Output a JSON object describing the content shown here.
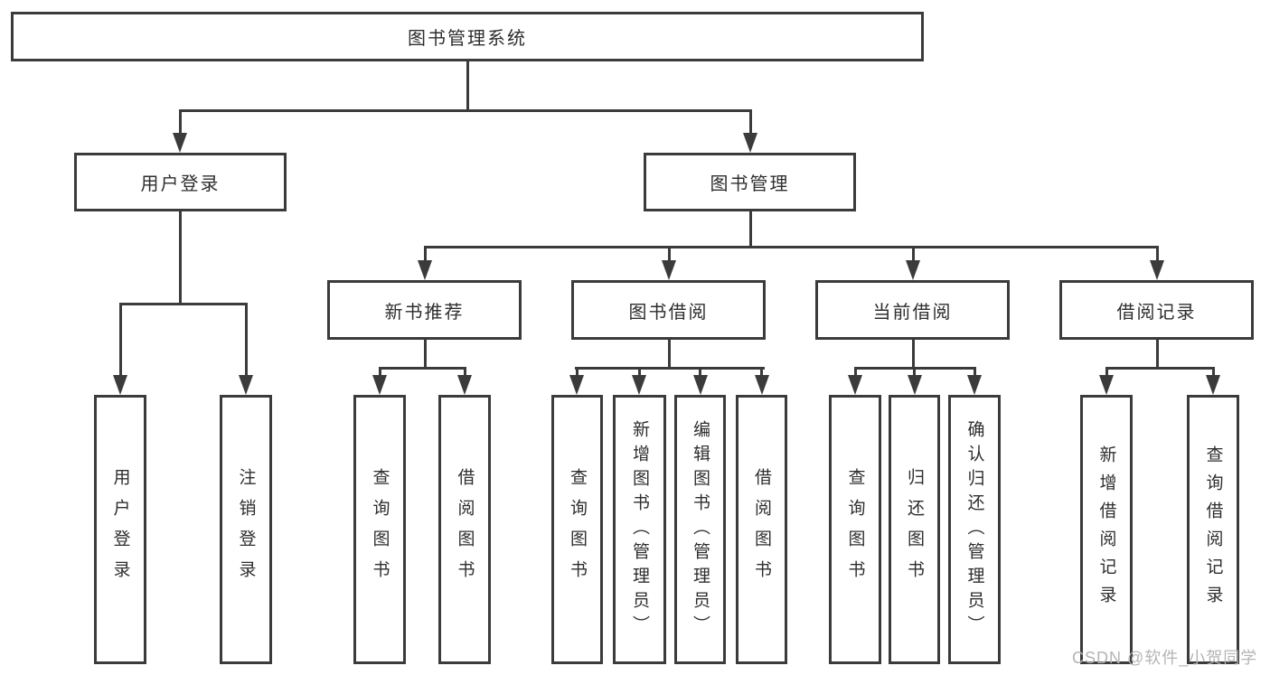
{
  "colors": {
    "line": "#3b3b3b",
    "text": "#2e2e2e",
    "box_background": "#ffffff",
    "page_background": "#ffffff",
    "watermark": "#b4b4b4"
  },
  "watermark": "CSDN @软件_小贺同学",
  "diagram": {
    "root": "图书管理系统",
    "branches": [
      {
        "label": "用户登录",
        "children": [
          "用户登录",
          "注销登录"
        ]
      },
      {
        "label": "图书管理",
        "groups": [
          {
            "label": "新书推荐",
            "children": [
              "查询图书",
              "借阅图书"
            ]
          },
          {
            "label": "图书借阅",
            "children": [
              "查询图书",
              "新增图书（管理员）",
              "编辑图书（管理员）",
              "借阅图书"
            ]
          },
          {
            "label": "当前借阅",
            "children": [
              "查询图书",
              "归还图书",
              "确认归还（管理员）"
            ]
          },
          {
            "label": "借阅记录",
            "children": [
              "新增借阅记录",
              "查询借阅记录"
            ]
          }
        ]
      }
    ]
  }
}
